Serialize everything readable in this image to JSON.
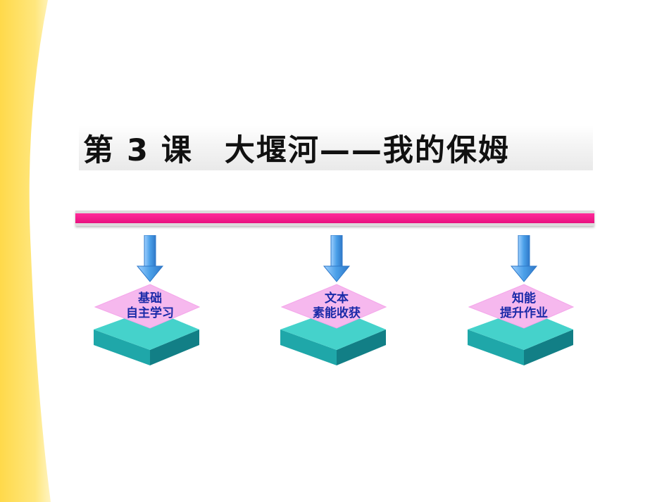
{
  "title": "第 3 课　大堰河——我的保姆",
  "modules": [
    {
      "line1": "基础",
      "line2": "自主学习"
    },
    {
      "line1": "文本",
      "line2": "素能收获"
    },
    {
      "line1": "知能",
      "line2": "提升作业"
    }
  ],
  "colors": {
    "side_band": "#ffe270",
    "rule_magenta": "#f0148a",
    "arrow_blue": "#4a9fe8",
    "diamond_pink": "#f6b8ee",
    "block_teal": "#3cc6c2",
    "label_blue": "#1a2aa8"
  }
}
